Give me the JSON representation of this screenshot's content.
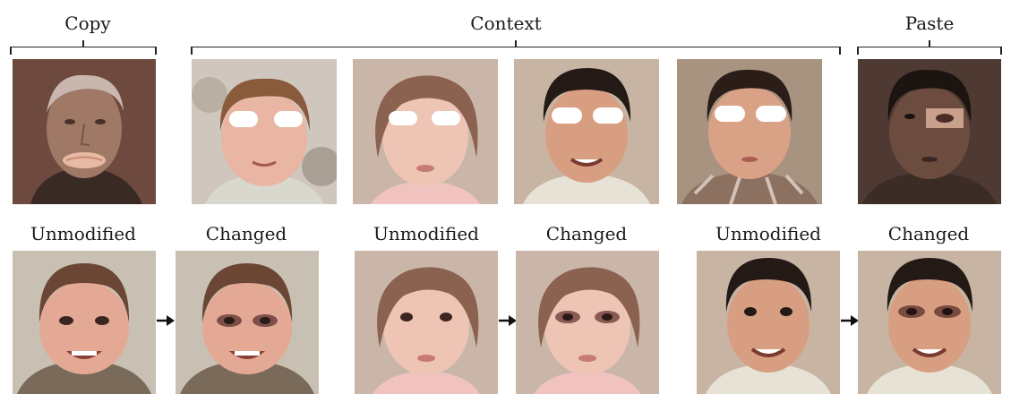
{
  "top": {
    "copy_label": "Copy",
    "context_label": "Context",
    "paste_label": "Paste"
  },
  "bottom": {
    "labels": [
      "Unmodified",
      "Changed",
      "Unmodified",
      "Changed",
      "Unmodified",
      "Changed"
    ]
  },
  "colors": {
    "skin_light": "#e6b3a5",
    "skin_tan": "#c98f74",
    "hair_brown": "#6b4634",
    "hair_dark": "#2a1e1a",
    "eye_mask": "#ffffff",
    "bg_warm": "#b8a593",
    "copy_tint": "#6a4a40"
  }
}
